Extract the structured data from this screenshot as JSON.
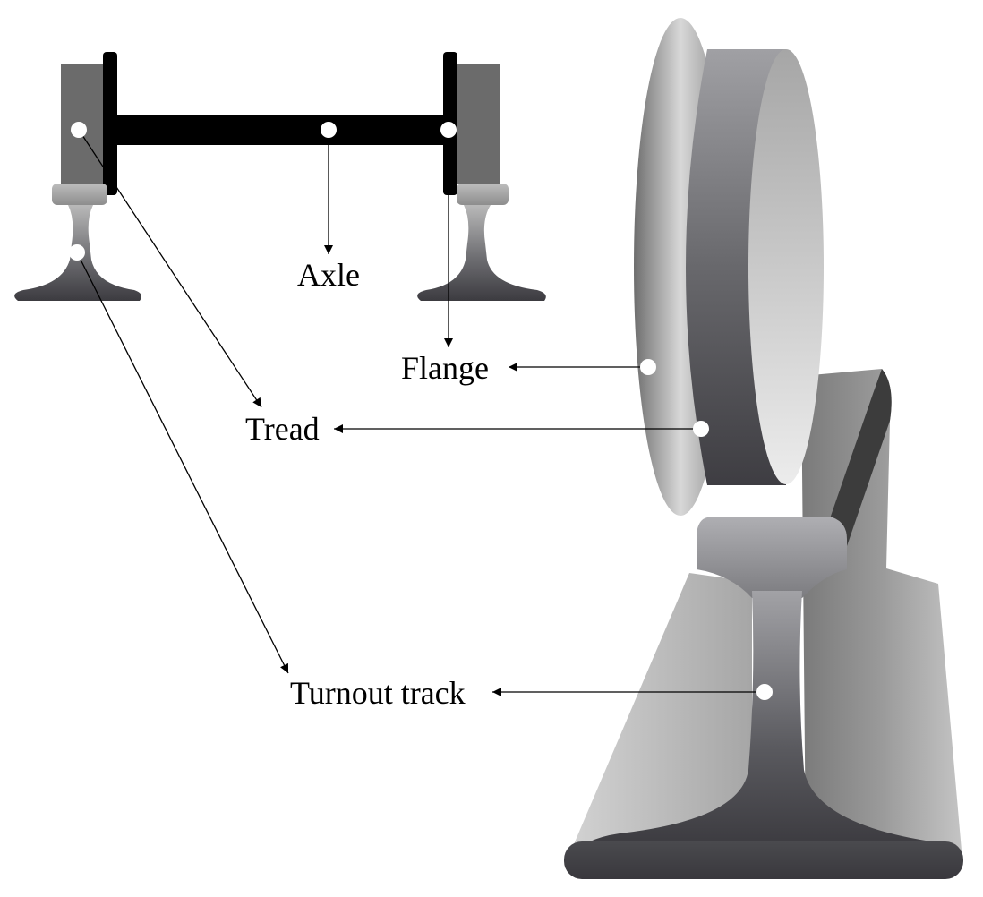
{
  "labels": {
    "axle": "Axle",
    "flange": "Flange",
    "tread": "Tread",
    "turnout": "Turnout track"
  },
  "colors": {
    "axle": "#000000",
    "wheel_dark": "#3e3d42",
    "wheel_mid": "#6b6b6b",
    "rail_light": "#d6d6d6",
    "marker": "#ffffff"
  }
}
